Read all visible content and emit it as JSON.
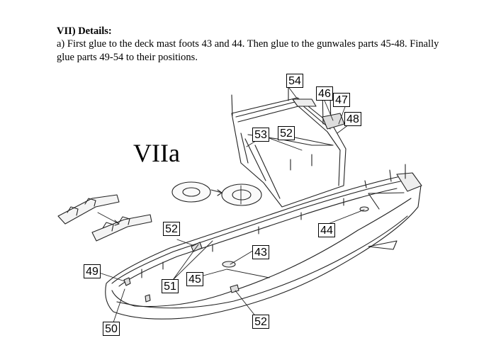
{
  "section_heading": "VII) Details:",
  "instruction": "a) First glue to the deck mast foots 43 and 44. Then glue to the gunwales parts 45-48. Finally glue parts 49-54 to their positions.",
  "figure_label": "VIIa",
  "part_labels": {
    "p54": "54",
    "p46": "46",
    "p47": "47",
    "p48": "48",
    "p53": "53",
    "p52_top": "52",
    "p52_left": "52",
    "p44": "44",
    "p43": "43",
    "p49": "49",
    "p51": "51",
    "p45": "45",
    "p50": "50",
    "p52_bottom": "52"
  }
}
